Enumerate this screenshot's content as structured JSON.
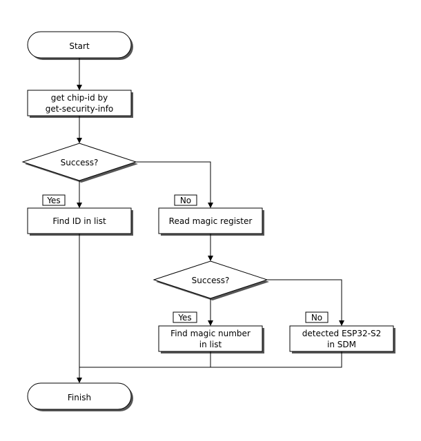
{
  "diagram": {
    "nodes": {
      "start": "Start",
      "get_chip_id_line1": "get chip-id by",
      "get_chip_id_line2": "get-security-info",
      "success1": "Success?",
      "find_id": "Find ID in list",
      "read_magic": "Read magic register",
      "success2": "Success?",
      "find_magic_line1": "Find magic number",
      "find_magic_line2": "in list",
      "detected_line1": "detected ESP32-S2",
      "detected_line2": "in SDM",
      "finish": "Finish"
    },
    "labels": {
      "yes1": "Yes",
      "no1": "No",
      "yes2": "Yes",
      "no2": "No"
    }
  }
}
